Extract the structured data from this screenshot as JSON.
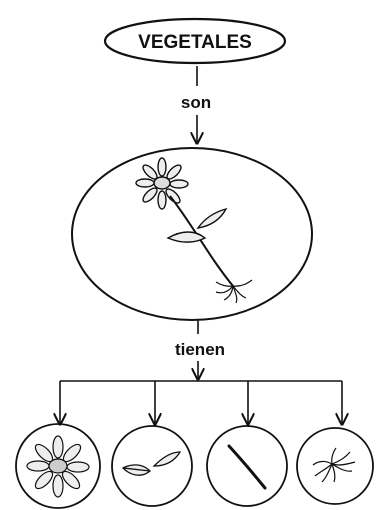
{
  "diagram": {
    "title": "VEGETALES",
    "connector_1": "son",
    "connector_2": "tienen"
  },
  "icons": {
    "main_image": "whole-plant-with-flower-stem-leaves-roots",
    "part_1": "flower-icon",
    "part_2": "leaves-icon",
    "part_3": "stem-icon",
    "part_4": "roots-icon"
  },
  "colors": {
    "ink": "#111111",
    "background": "#ffffff"
  }
}
